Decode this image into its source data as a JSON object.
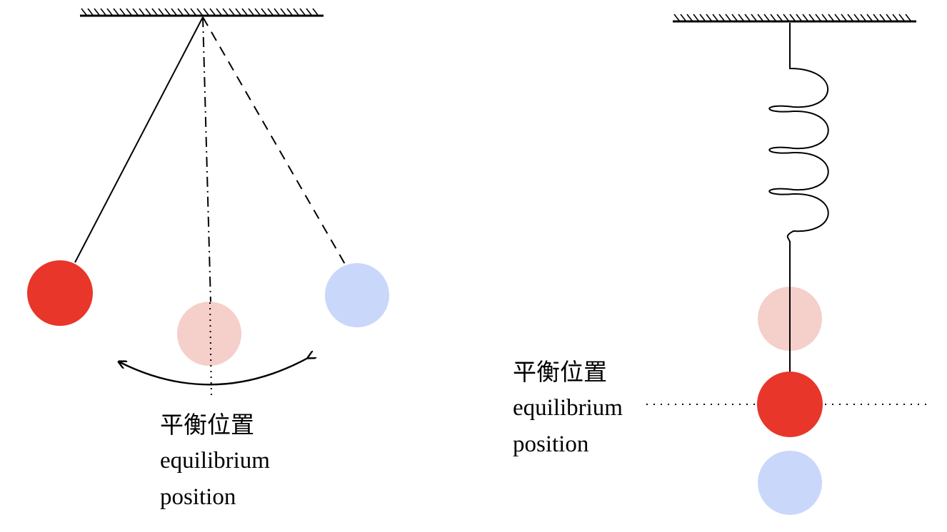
{
  "pendulum": {
    "label_zh": "平衡位置",
    "label_en_1": "equilibrium",
    "label_en_2": "position"
  },
  "spring": {
    "label_zh": "平衡位置",
    "label_en_1": "equilibrium",
    "label_en_2": "position"
  },
  "colors": {
    "bob_active": "#e8362a",
    "bob_ghost_pink": "#f5cfca",
    "bob_ghost_blue": "#c9d7fb",
    "line": "#000000"
  }
}
